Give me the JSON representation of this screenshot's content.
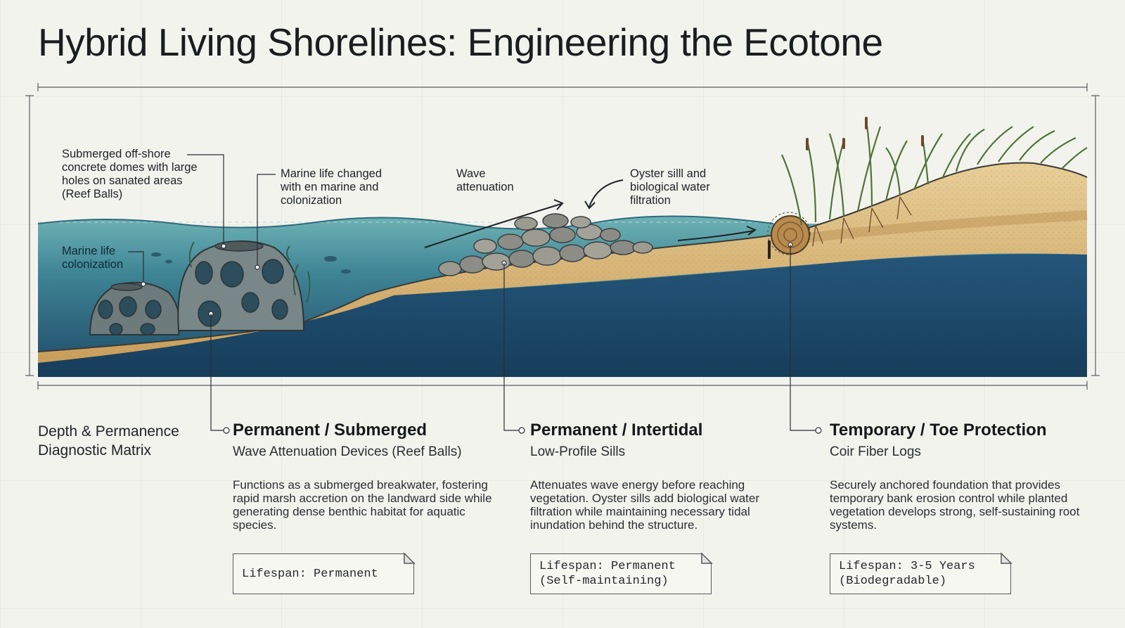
{
  "title": "Hybrid Living Shorelines: Engineering the Ecotone",
  "callouts": {
    "reef_balls": "Submerged off-shore\nconcrete domes with large\nholes on sanated areas\n(Reef Balls)",
    "marine_life_changed": "Marine life changed\nwith en marine and\ncolonization",
    "wave_attenuation": "Wave\nattenuation",
    "oyster_sill": "Oyster silll and\nbiological water\nfiltration",
    "marine_life_colonization": "Marine life\ncolonization"
  },
  "matrix_label": "Depth & Permanence\nDiagnostic Matrix",
  "columns": [
    {
      "heading": "Permanent / Submerged",
      "subheading": "Wave Attenuation Devices (Reef Balls)",
      "description": "Functions as a submerged breakwater, fostering rapid marsh accretion on the landward side while generating dense benthic habitat for aquatic species.",
      "lifespan": "Lifespan: Permanent"
    },
    {
      "heading": "Permanent / Intertidal",
      "subheading": "Low-Profile Sills",
      "description": "Attenuates wave energy before reaching vegetation. Oyster sills add biological water filtration while maintaining necessary tidal inundation behind the structure.",
      "lifespan": "Lifespan: Permanent\n(Self-maintaining)"
    },
    {
      "heading": "Temporary / Toe Protection",
      "subheading": "Coir Fiber Logs",
      "description": "Securely anchored foundation that provides temporary bank erosion control while planted vegetation develops strong, self-sustaining root systems.",
      "lifespan": "Lifespan: 3-5 Years\n(Biodegradable)"
    }
  ],
  "colors": {
    "deep_water": "#1e4c6b",
    "shallow_water": "#5fa8ad",
    "sand": "#d9b678",
    "grass": "#5b7d3c"
  }
}
